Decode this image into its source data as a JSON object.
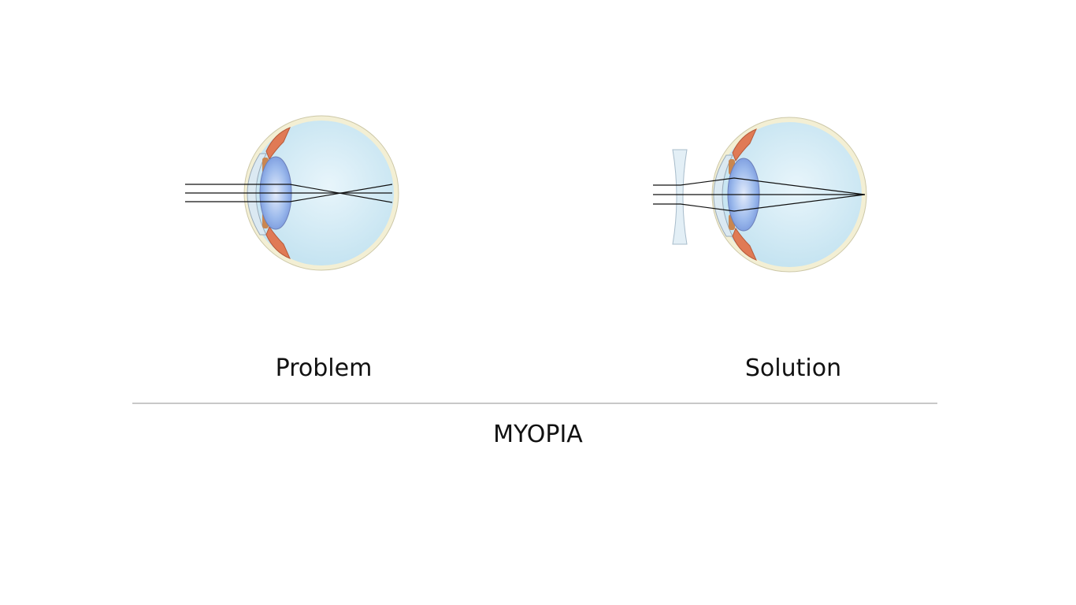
{
  "diagram": {
    "title": "MYOPIA",
    "panels": [
      {
        "key": "problem",
        "caption": "Problem"
      },
      {
        "key": "solution",
        "caption": "Solution"
      }
    ]
  },
  "colors": {
    "vitreous": "#cfe8f3",
    "sclera": "#f2eed2",
    "lens": "#8fb3ea",
    "muscle": "#e07a55",
    "ray": "#111111",
    "divider": "#c8c8c8",
    "corrective_lens": "#e3eff6"
  }
}
